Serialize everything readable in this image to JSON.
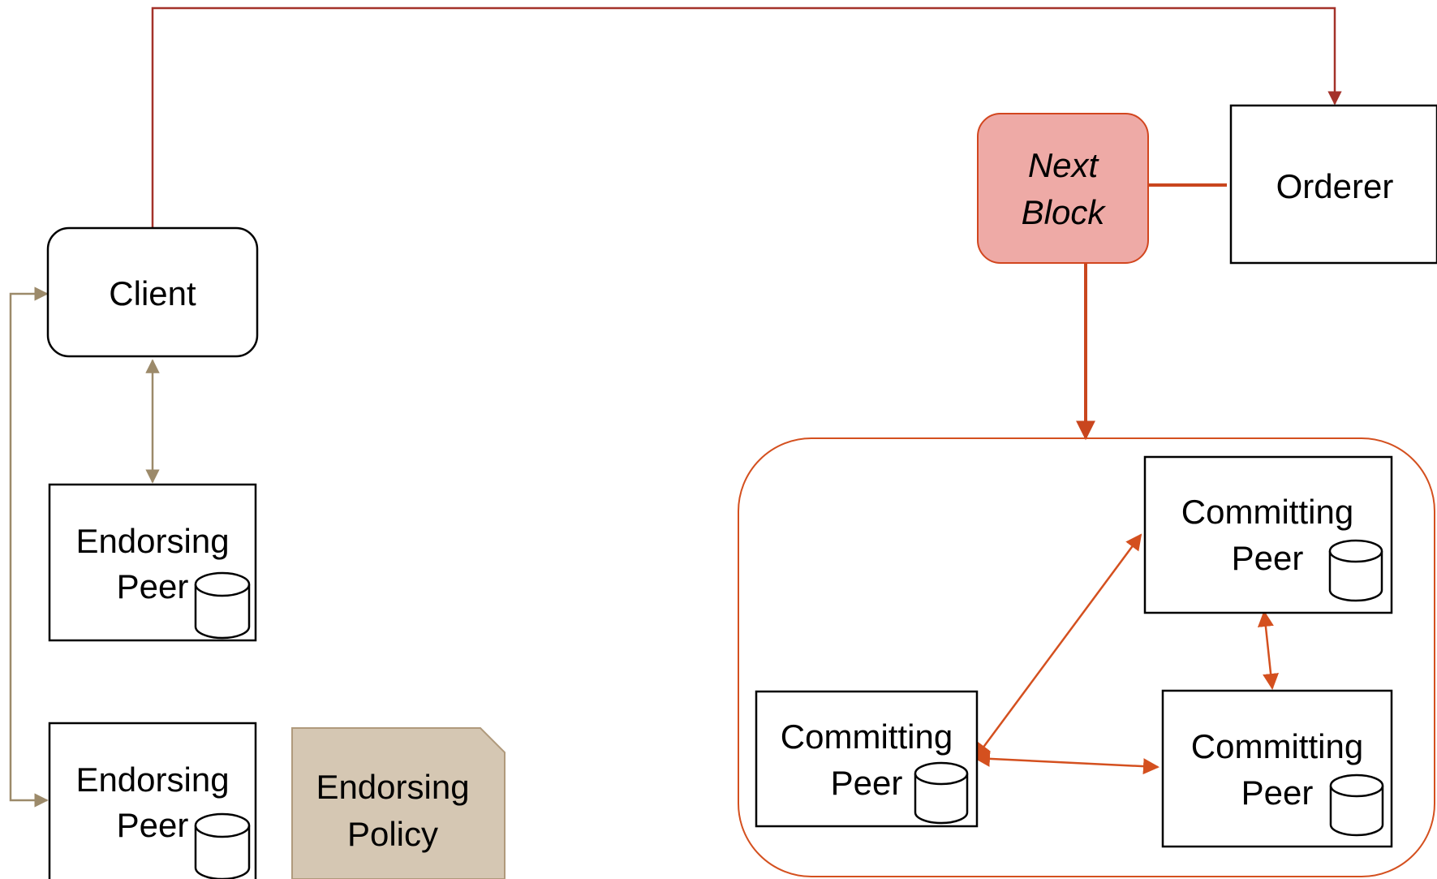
{
  "colors": {
    "orderer_line": "#a4322a",
    "client_line": "#9c8a6a",
    "block_line": "#c9461e",
    "peer_line": "#d4501f",
    "next_block_fill": "#eeaaa6",
    "next_block_stroke": "#d2461f",
    "policy_fill": "#d5c7b3",
    "policy_stroke": "#b09a7c",
    "node_stroke": "#000000"
  },
  "nodes": {
    "client": {
      "label": "Client",
      "icon": "rounded-box"
    },
    "endorsing_peer_1": {
      "line1": "Endorsing",
      "line2": "Peer",
      "icon": "database-icon"
    },
    "endorsing_peer_2": {
      "line1": "Endorsing",
      "line2": "Peer",
      "icon": "database-icon"
    },
    "endorsing_policy": {
      "line1": "Endorsing",
      "line2": "Policy",
      "icon": "document-icon"
    },
    "next_block": {
      "line1": "Next",
      "line2": "Block"
    },
    "orderer": {
      "label": "Orderer"
    },
    "committing_peer_top": {
      "line1": "Committing",
      "line2": "Peer",
      "icon": "database-icon"
    },
    "committing_peer_left": {
      "line1": "Committing",
      "line2": "Peer",
      "icon": "database-icon"
    },
    "committing_peer_right": {
      "line1": "Committing",
      "line2": "Peer",
      "icon": "database-icon"
    }
  }
}
